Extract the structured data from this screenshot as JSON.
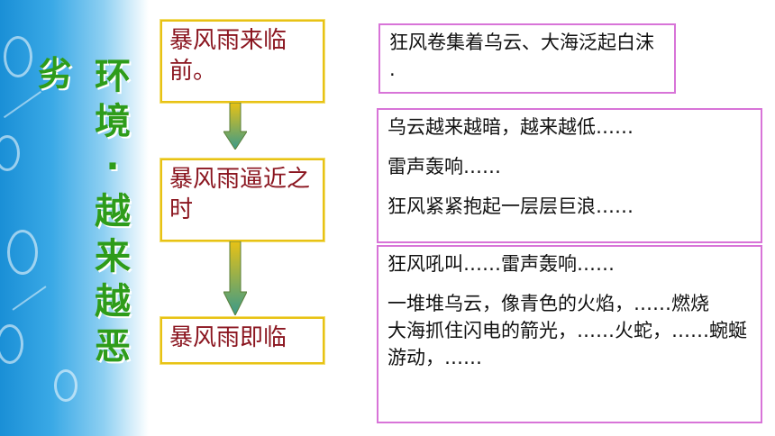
{
  "sidebar": {
    "left_label": "劣",
    "right_label_chars": [
      "环",
      "境",
      "·",
      "越",
      "来",
      "越",
      "恶"
    ]
  },
  "stages": [
    {
      "label": "暴风雨来临前。"
    },
    {
      "label": "暴风雨逼近之时"
    },
    {
      "label": "暴风雨即临"
    }
  ],
  "descriptions": {
    "before": "狂风卷集着乌云、大海泛起白沫 .",
    "approaching": [
      "乌云越来越暗，越来越低……",
      "雷声轰响……",
      "狂风紧紧抱起一层层巨浪……"
    ],
    "imminent": [
      "狂风吼叫……雷声轰响……",
      "一堆堆乌云，像青色的火焰，……燃烧",
      "大海抓住闪电的箭光，……火蛇，……蜿蜒游动，……"
    ]
  },
  "colors": {
    "heading_green": "#2e9c1a",
    "stage_text": "#8b1620",
    "stage_border": "#e8c215",
    "desc_border": "#d874d8",
    "sidebar_blue": "#1a8fd6"
  }
}
